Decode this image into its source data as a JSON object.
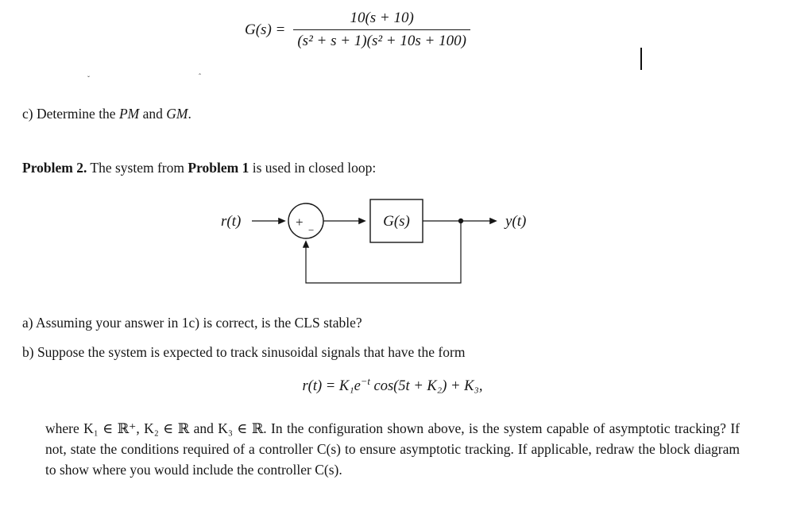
{
  "equation_g": {
    "lhs": "G(s) =",
    "numerator": "10(s + 10)",
    "denominator": "(s² + s + 1)(s² + 10s + 100)"
  },
  "artifacts": {
    "left_mark": "ˇ",
    "right_mark": "ˆ"
  },
  "item_c": {
    "prefix": "c) Determine the ",
    "pm": "PM",
    "mid": " and ",
    "gm": "GM",
    "suffix": "."
  },
  "problem2": {
    "label": "Problem 2.",
    "text_before": " The system from ",
    "ref": "Problem 1",
    "text_after": " is used in closed loop:"
  },
  "diagram": {
    "input_label": "r(t)",
    "sum_plus": "+",
    "sum_minus": "−",
    "block_label": "G(s)",
    "output_label": "y(t)"
  },
  "items": {
    "a": "a) Assuming your answer in 1c) is correct, is the CLS stable?",
    "b": "b) Suppose the system is expected to track sinusoidal signals that have the form"
  },
  "equation_r": {
    "pre": "r(t) = K₁e",
    "sup": "−t",
    "post": " cos(5t + K₂) + K₃,"
  },
  "closing_paragraph": "where K₁ ∈ ℝ⁺, K₂ ∈ ℝ and K₃ ∈ ℝ. In the configuration shown above, is the system capable of asymptotic tracking? If not, state the conditions required of a controller C(s) to ensure asymptotic tracking. If applicable, redraw the block diagram to show where you would include the controller C(s)."
}
